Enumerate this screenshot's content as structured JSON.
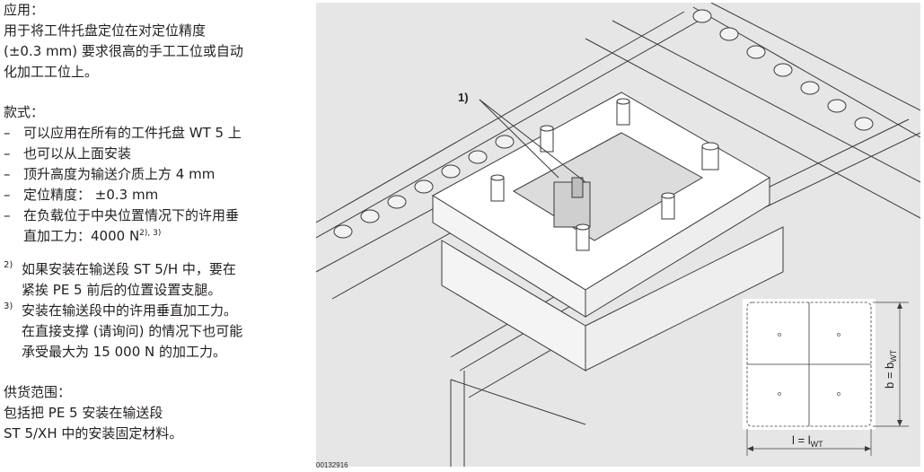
{
  "left": {
    "app_heading": "应用：",
    "app_line1": "用于将工件托盘定位在对定位精度",
    "app_line2": "(±0.3 mm) 要求很高的手工工位或自动",
    "app_line3": "化加工工位上。",
    "style_heading": "款式：",
    "bullets": {
      "b1": "可以应用在所有的工件托盘 WT 5 上",
      "b2": "也可以从上面安装",
      "b3": "顶升高度为输送介质上方 4 mm",
      "b4": "定位精度： ±0.3 mm",
      "b5_line1": "在负载位于中央位置情况下的许用垂",
      "b5_line2": "直加工力：4000 N",
      "b5_sup": "2), 3)"
    },
    "dash": "–",
    "note2_mark": "2)",
    "note2_line1": "如果安装在输送段 ST 5/H 中，要在",
    "note2_line2": "紧挨 PE 5 前后的位置设置支腿。",
    "note3_mark": "3)",
    "note3_line1": "安装在输送段中的许用垂直加工力。",
    "note3_line2": "在直接支撑 (请询问) 的情况下也可能",
    "note3_line3": "承受最大为 15 000 N 的加工力。",
    "supply_heading": "供货范围：",
    "supply_line1": "包括把 PE 5 安装在输送段",
    "supply_line2": "ST 5/XH 中的安装固定材料。"
  },
  "figure": {
    "callout": "1)",
    "dim_l": "l = l",
    "dim_l_sub": "WT",
    "dim_b": "b = b",
    "dim_b_sub": "WT",
    "code": "00132916"
  },
  "colors": {
    "background": "#e6e6e6",
    "line": "#3a3a3a",
    "text": "#231f20"
  }
}
